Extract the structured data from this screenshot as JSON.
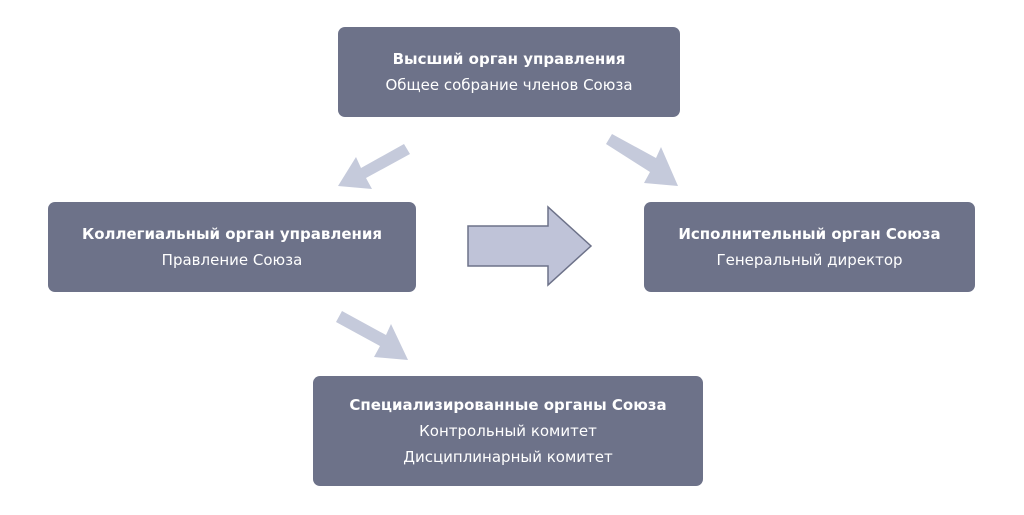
{
  "colors": {
    "box_fill": "#6d7289",
    "box_text": "#ffffff",
    "arrow_light": "#c5cadb",
    "arrow_big_fill": "#bfc3d8",
    "arrow_big_stroke": "#6d7289"
  },
  "nodes": {
    "top": {
      "title": "Высший орган управления",
      "lines": [
        "Общее собрание членов Союза"
      ]
    },
    "left": {
      "title": "Коллегиальный орган управления",
      "lines": [
        "Правление Союза"
      ]
    },
    "right": {
      "title": "Исполнительный орган Союза",
      "lines": [
        "Генеральный директор"
      ]
    },
    "bottom": {
      "title": "Специализированные органы Союза",
      "lines": [
        "Контрольный комитет",
        "Дисциплинарный комитет"
      ]
    }
  },
  "edges": [
    {
      "from": "top",
      "to": "left",
      "style": "light"
    },
    {
      "from": "top",
      "to": "right",
      "style": "light"
    },
    {
      "from": "left",
      "to": "right",
      "style": "big"
    },
    {
      "from": "left",
      "to": "bottom",
      "style": "light"
    }
  ]
}
